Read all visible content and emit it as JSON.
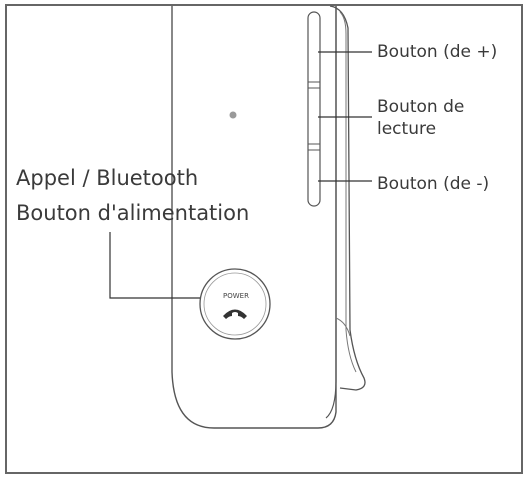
{
  "figure": {
    "labels": {
      "volume_up": "Bouton (de +)",
      "play_line1": "Bouton de",
      "play_line2": "lecture",
      "volume_down": "Bouton (de -)",
      "call_bluetooth": "Appel / Bluetooth",
      "power_button": "Bouton d'alimentation",
      "power_badge": "POWER"
    },
    "colors": {
      "stroke": "#555555",
      "frame": "#666666",
      "text": "#3a3a3a",
      "led": "#9a9a9a"
    }
  }
}
